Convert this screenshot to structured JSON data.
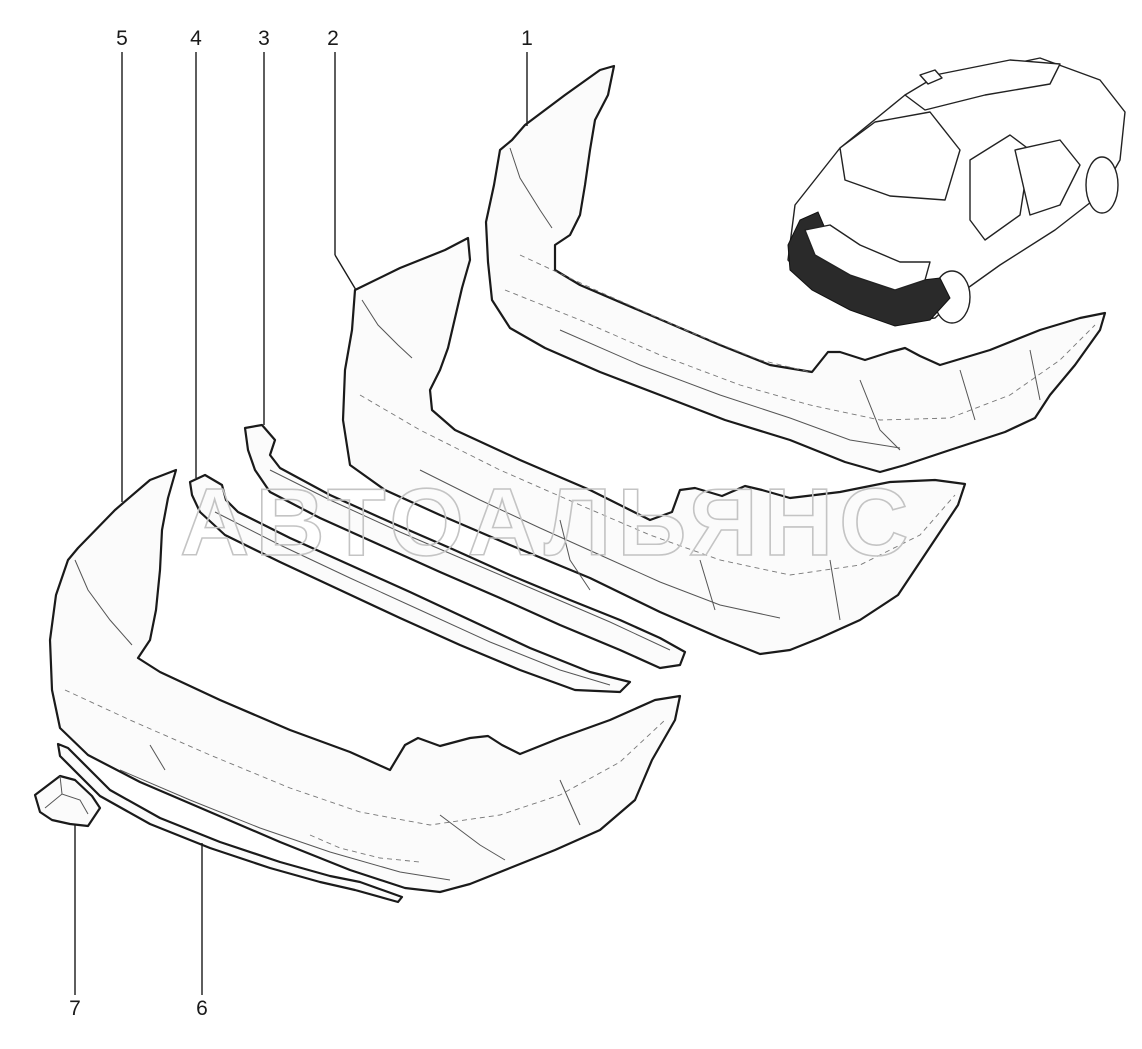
{
  "callouts": {
    "c1": "1",
    "c2": "2",
    "c3": "3",
    "c4": "4",
    "c5": "5",
    "c6": "6",
    "c7": "7"
  },
  "watermark": "АВТОАЛЬЯНС"
}
